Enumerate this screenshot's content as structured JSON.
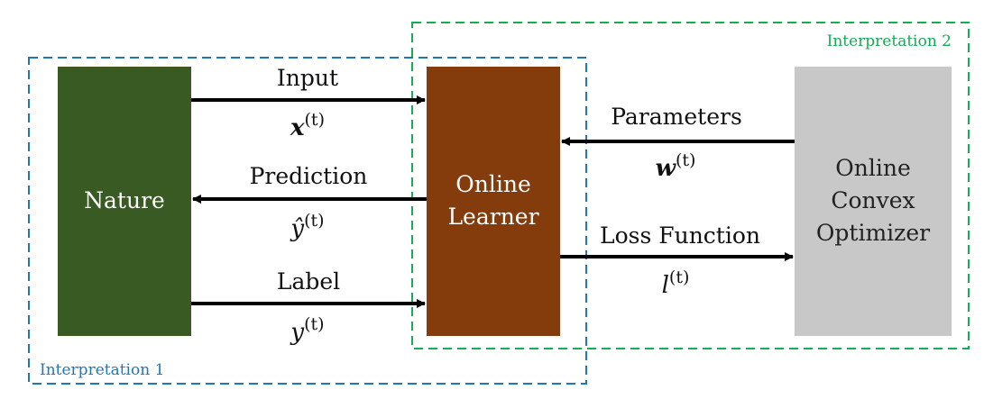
{
  "colors": {
    "interpretation_1": "#1f77b4",
    "interpretation_2": "#1aaa55",
    "nature_box": "#3a5a23",
    "learner_box": "#843c0c",
    "optimizer_box": "#c8c8c8",
    "arrow": "#000000"
  },
  "regions": {
    "interpretation_1": "Interpretation 1",
    "interpretation_2": "Interpretation 2"
  },
  "nodes": {
    "nature": "Nature",
    "learner_line1": "Online",
    "learner_line2": "Learner",
    "optimizer_line1": "Online",
    "optimizer_line2": "Convex",
    "optimizer_line3": "Optimizer"
  },
  "edges": {
    "input": {
      "label": "Input",
      "symbol": "x",
      "superscript": "(t)"
    },
    "prediction": {
      "label": "Prediction",
      "symbol": "ŷ",
      "superscript": "(t)"
    },
    "label": {
      "label": "Label",
      "symbol": "y",
      "superscript": "(t)"
    },
    "parameters": {
      "label": "Parameters",
      "symbol": "w",
      "superscript": "(t)"
    },
    "loss": {
      "label": "Loss Function",
      "symbol": "l",
      "superscript": "(t)"
    }
  }
}
